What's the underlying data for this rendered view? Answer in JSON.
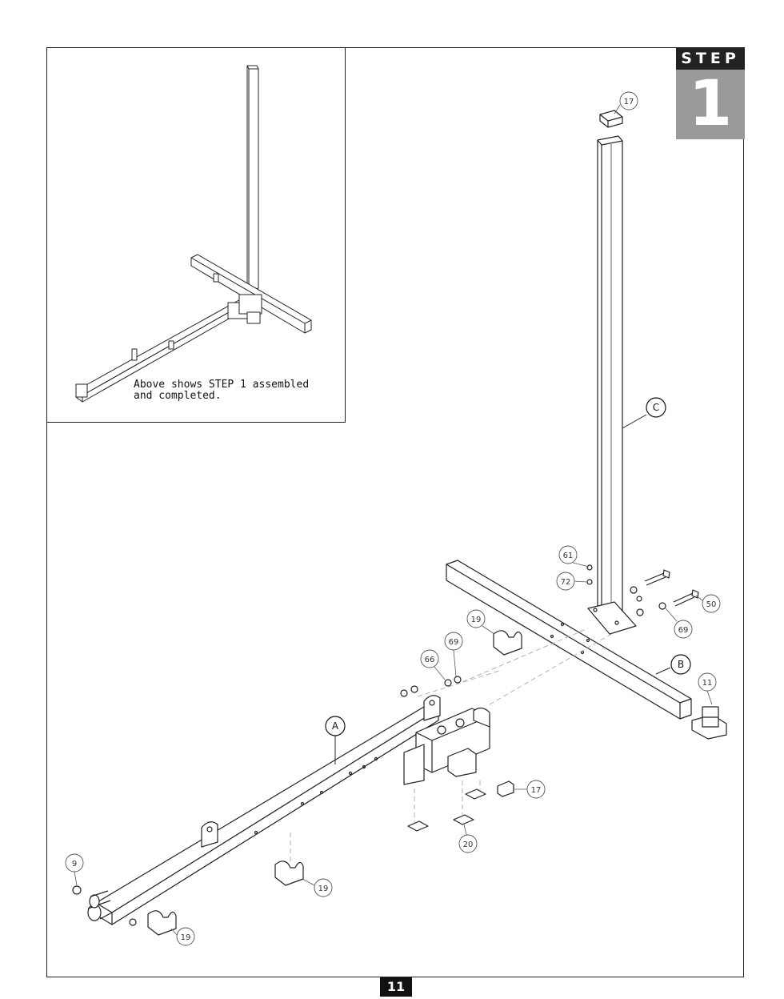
{
  "step": {
    "label": "STEP",
    "number": "1"
  },
  "inset": {
    "caption": "Above shows STEP 1 assembled\nand completed."
  },
  "page_number": "11",
  "letters": {
    "a": "A",
    "b": "B",
    "c": "C"
  },
  "parts": {
    "p17a": "17",
    "p17b": "17",
    "p61": "61",
    "p72": "72",
    "p50": "50",
    "p69a": "69",
    "p69b": "69",
    "p19a": "19",
    "p19b": "19",
    "p19c": "19",
    "p66": "66",
    "p11": "11",
    "p20": "20",
    "p9": "9"
  }
}
